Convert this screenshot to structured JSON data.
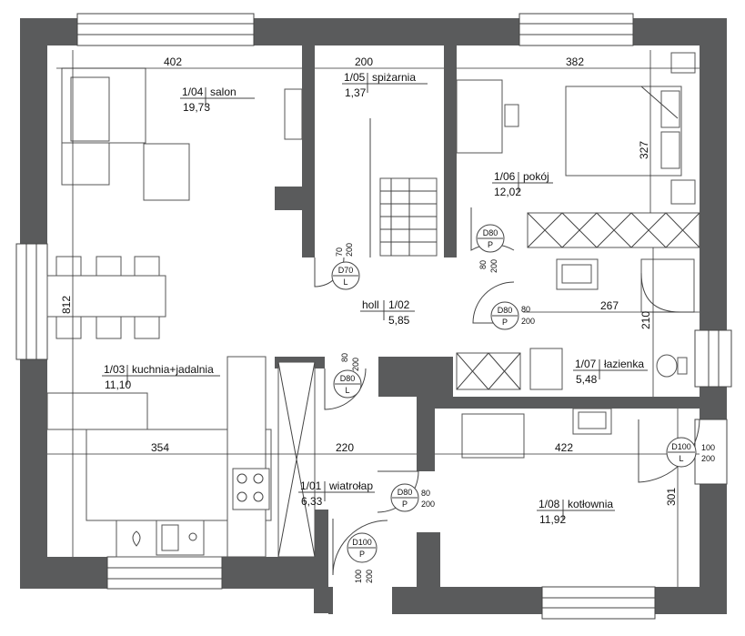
{
  "rooms": [
    {
      "num": "1/04",
      "name": "salon",
      "area": "19,73"
    },
    {
      "num": "1/05",
      "name": "spiżarnia",
      "area": "1,37"
    },
    {
      "num": "1/06",
      "name": "pokój",
      "area": "12,02"
    },
    {
      "num": "1/02",
      "name": "holl",
      "area": "5,85"
    },
    {
      "num": "1/03",
      "name": "kuchnia+jadalnia",
      "area": "11,10"
    },
    {
      "num": "1/07",
      "name": "łazienka",
      "area": "5,48"
    },
    {
      "num": "1/01",
      "name": "wiatrołap",
      "area": "6,33"
    },
    {
      "num": "1/08",
      "name": "kotłownia",
      "area": "11,92"
    }
  ],
  "dimensions": [
    "402",
    "200",
    "382",
    "327",
    "812",
    "267",
    "210",
    "354",
    "220",
    "422",
    "301"
  ],
  "doors": [
    {
      "code": "D70",
      "side": "L",
      "w": "70",
      "h": "200"
    },
    {
      "code": "D80",
      "side": "P",
      "w": "80",
      "h": "200"
    },
    {
      "code": "D80",
      "side": "P",
      "w": "80",
      "h": "200"
    },
    {
      "code": "D80",
      "side": "L",
      "w": "80",
      "h": "200"
    },
    {
      "code": "D80",
      "side": "P",
      "w": "80",
      "h": "200"
    },
    {
      "code": "D100",
      "side": "P",
      "w": "100",
      "h": "200"
    },
    {
      "code": "D100",
      "side": "L",
      "w": "100",
      "h": "200"
    }
  ],
  "colors": {
    "wall": "#5a5b5c",
    "line": "#444444",
    "background": "#ffffff"
  }
}
